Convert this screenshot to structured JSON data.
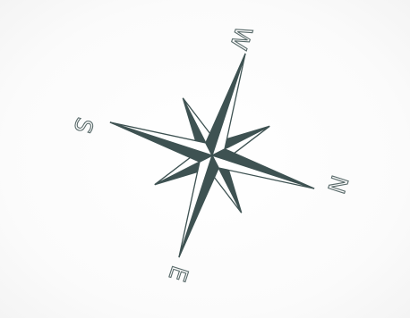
{
  "compass": {
    "north_label": "N",
    "south_label": "S",
    "east_label": "E",
    "west_label": "W",
    "colors": {
      "dark_fill": "#3e5252",
      "light_fill": "#ffffff",
      "outline": "#3e5252",
      "label_stroke": "#5a6b6b"
    }
  }
}
